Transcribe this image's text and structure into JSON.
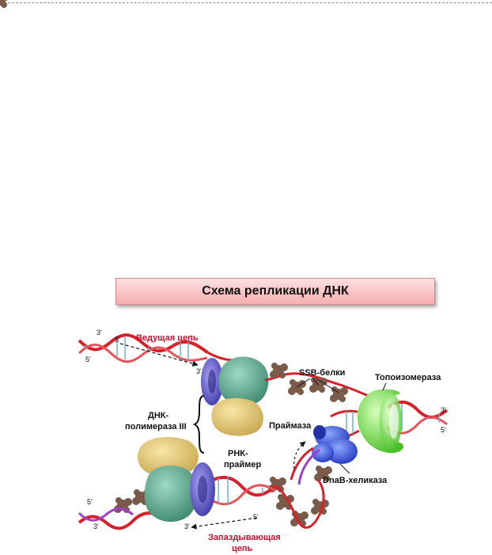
{
  "title": "Схема репликации ДНК",
  "labels": {
    "leading_strand": "Ведущая цепь",
    "lagging_strand_line1": "Запаздывающая",
    "lagging_strand_line2": "цепь",
    "ssb": "SSB-белки",
    "topoisomerase": "Топоизомераза",
    "polymerase_line1": "ДНК-",
    "polymerase_line2": "полимераза III",
    "primase": "Праймаза",
    "rna_primer_line1": "РНК-",
    "rna_primer_line2": "праймер",
    "helicase": "DnaB-хеликаза"
  },
  "ends": {
    "three_prime": "3'",
    "five_prime": "5'"
  },
  "colors": {
    "dna_strand": "#d8202a",
    "rna_primer": "#a040c8",
    "polymerase_core": "#4f9a82",
    "polymerase_clamp": "#5b55c8",
    "polymerase_tau": "#e0c470",
    "topoisomerase": "#7be05a",
    "helicase": "#3a56e0",
    "ssb": "#7a5a48",
    "label_accent": "#c8102e"
  }
}
